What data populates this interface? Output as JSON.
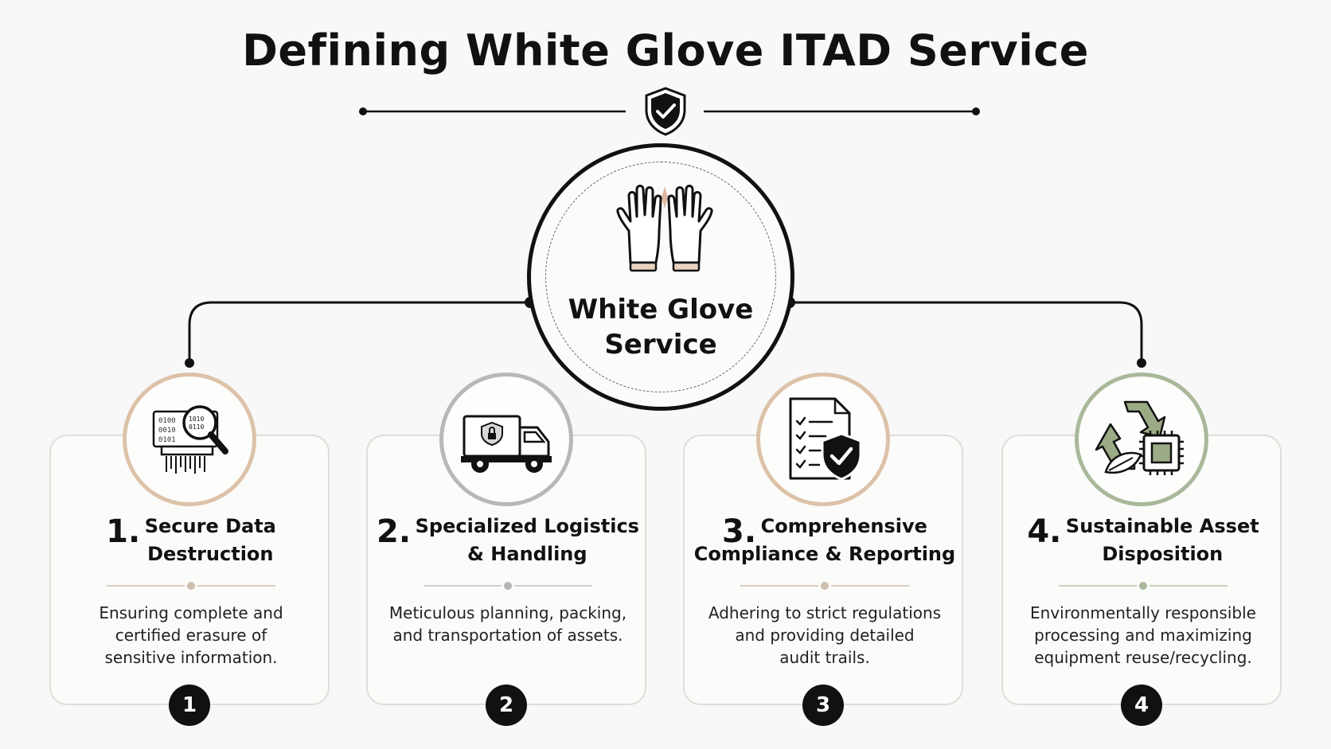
{
  "title": "Defining White Glove ITAD Service",
  "hub": {
    "line1": "White Glove",
    "line2": "Service"
  },
  "icons": {
    "header": "shield-check-icon",
    "hub": "white-gloves-icon"
  },
  "colors": {
    "ink": "#111111",
    "card_border": "#e1ddd8",
    "ring_tan": "#dcc2a8",
    "ring_gray": "#b8b8b8",
    "ring_sage": "#a9b89a",
    "sage": "#9aab86"
  },
  "services": [
    {
      "number": "1.",
      "heading_line1": "Secure Data",
      "heading_line2": "Destruction",
      "desc_line1": "Ensuring complete and",
      "desc_line2": "certified erasure of",
      "desc_line3": "sensitive information.",
      "badge": "1",
      "icon": "data-shredder-magnifier-icon"
    },
    {
      "number": "2.",
      "heading_line1": "Specialized Logistics",
      "heading_line2": "& Handling",
      "desc_line1": "Meticulous planning, packing,",
      "desc_line2": "and transportation of assets.",
      "desc_line3": "",
      "badge": "2",
      "icon": "secure-truck-icon"
    },
    {
      "number": "3.",
      "heading_line1": "Comprehensive",
      "heading_line2": "Compliance & Reporting",
      "desc_line1": "Adhering to strict regulations",
      "desc_line2": "and providing detailed",
      "desc_line3": "audit trails.",
      "badge": "3",
      "icon": "checklist-shield-icon"
    },
    {
      "number": "4.",
      "heading_line1": "Sustainable Asset",
      "heading_line2": "Disposition",
      "desc_line1": "Environmentally responsible",
      "desc_line2": "processing and maximizing",
      "desc_line3": "equipment reuse/recycling.",
      "badge": "4",
      "icon": "recycle-chip-icon"
    }
  ]
}
